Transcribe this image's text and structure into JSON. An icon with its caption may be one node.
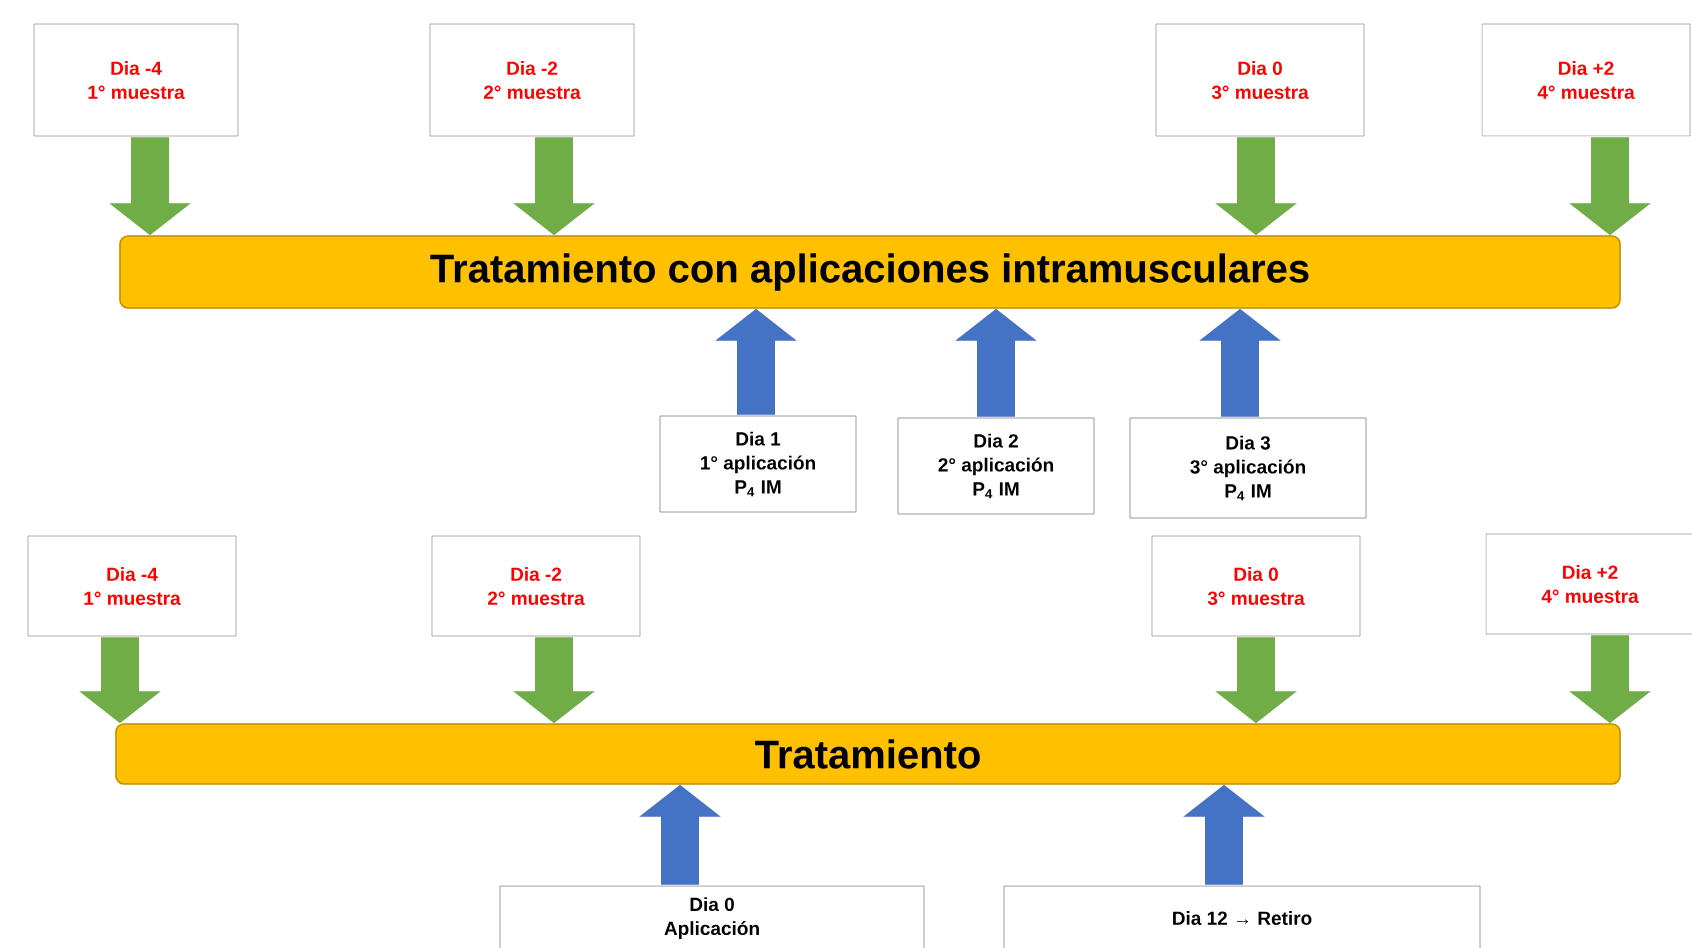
{
  "diagram": {
    "nodes": [
      {
        "text": [
          "Tratamiento con aplicaciones intramusculares"
        ]
      },
      {
        "text": [
          "Dia -4",
          "1° muestra"
        ]
      },
      {
        "text": [
          "Dia -2",
          "2° muestra"
        ]
      },
      {
        "text": [
          "Dia 0",
          "3° muestra"
        ]
      },
      {
        "text": [
          "Dia +2",
          "4° muestra"
        ]
      },
      {
        "text": [
          "Dia 1",
          "1° aplicación",
          "P$_{4}$ IM"
        ]
      },
      {
        "text": [
          "Dia 2",
          "2° aplicación",
          "P$_{4}$ IM"
        ]
      },
      {
        "text": [
          "Dia 3",
          "3° aplicación",
          "P$_{4}$ IM"
        ]
      },
      {
        "text": [
          "Tratamiento"
        ]
      },
      {
        "text": [
          "Dia -4",
          "1° muestra"
        ]
      },
      {
        "text": [
          "Dia -2",
          "2° muestra"
        ]
      },
      {
        "text": [
          "Dia 0",
          "3° muestra"
        ]
      },
      {
        "text": [
          "Dia +2",
          "4° muestra"
        ]
      },
      {
        "text": [
          "Dia 0",
          "Aplicación"
        ]
      },
      {
        "text": [
          "Dia 12 → Retiro"
        ]
      }
    ],
    "edges": [
      {
        "from": 1,
        "to": 0,
        "arrow": "to"
      },
      {
        "from": 2,
        "to": 0,
        "arrow": "to"
      },
      {
        "from": 3,
        "to": 0,
        "arrow": "to"
      },
      {
        "from": 4,
        "to": 0,
        "arrow": "to"
      },
      {
        "from": 5,
        "to": 0,
        "arrow": "to",
        "color": "#4472c4"
      },
      {
        "from": 6,
        "to": 0,
        "arrow": "to",
        "color": "#4472c4"
      },
      {
        "from": 7,
        "to": 0,
        "arrow": "to",
        "color": "#4472c4"
      },
      {
        "from": 9,
        "to": 8,
        "arrow": "to"
      },
      {
        "from": 10,
        "to": 8,
        "arrow": "to"
      },
      {
        "from": 11,
        "to": 8,
        "arrow": "to"
      },
      {
        "from": 12,
        "to": 8,
        "arrow": "to"
      },
      {
        "from": 13,
        "to": 8,
        "arrow": "to",
        "color": "#4472c4"
      },
      {
        "from": 14,
        "to": 8,
        "arrow": "to",
        "color": "#4472c4"
      }
    ]
  }
}
